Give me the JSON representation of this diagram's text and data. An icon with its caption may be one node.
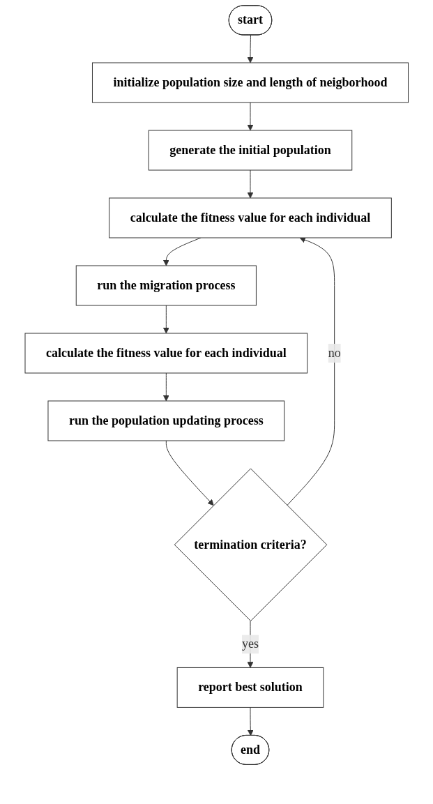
{
  "diagram": {
    "nodes": [
      {
        "text": [
          "start"
        ]
      },
      {
        "text": [
          "initialize population size and length of neigborhood"
        ]
      },
      {
        "text": [
          "generate the initial population"
        ]
      },
      {
        "text": [
          "calculate the fitness value for each individual"
        ]
      },
      {
        "text": [
          "run the migration process"
        ]
      },
      {
        "text": [
          "calculate the fitness value for each individual"
        ]
      },
      {
        "text": [
          "run the population updating process"
        ]
      },
      {
        "text": [
          "termination criteria?"
        ]
      },
      {
        "text": [
          "report best solution"
        ]
      },
      {
        "text": [
          "end"
        ]
      }
    ],
    "edges": [
      {
        "from": 0,
        "to": 1,
        "arrow": "to"
      },
      {
        "from": 1,
        "to": 2,
        "arrow": "to"
      },
      {
        "from": 2,
        "to": 3,
        "arrow": "to"
      },
      {
        "from": 3,
        "to": 4,
        "arrow": "to"
      },
      {
        "from": 4,
        "to": 5,
        "arrow": "to"
      },
      {
        "from": 5,
        "to": 6,
        "arrow": "to"
      },
      {
        "from": 6,
        "to": 7,
        "arrow": "to"
      },
      {
        "from": 7,
        "to": 3,
        "label": "no",
        "arrow": "to"
      },
      {
        "from": 7,
        "to": 8,
        "label": "yes",
        "arrow": "to"
      },
      {
        "from": 8,
        "to": 9,
        "arrow": "to"
      }
    ]
  }
}
